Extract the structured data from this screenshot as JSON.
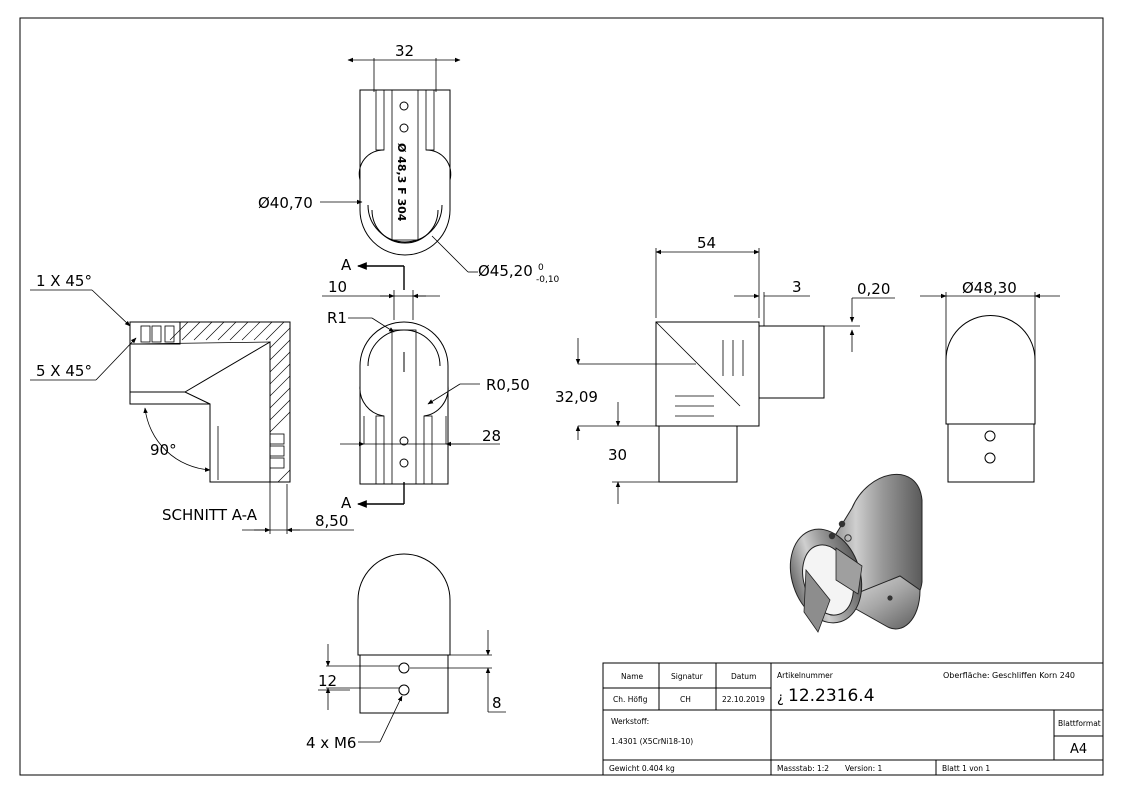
{
  "dimensions": {
    "d32": "32",
    "d_dia4070": "Ø40,70",
    "d_dia4520": "Ø45,20",
    "d_tol_up": "0",
    "d_tol_lo": "-0,10",
    "engrave": "Ø 48,3 F 304",
    "sec_A_top": "A",
    "sec_A_bottom": "A",
    "d10": "10",
    "dR1": "R1",
    "dR050": "R0,50",
    "d28": "28",
    "d1x45": "1 X 45°",
    "d5x45": "5 X 45°",
    "d90": "90°",
    "section_label": "SCHNITT A-A",
    "d850": "8,50",
    "d54": "54",
    "d3": "3",
    "d020": "0,20",
    "d3209": "32,09",
    "d30": "30",
    "d_dia4830": "Ø48,30",
    "d12": "12",
    "d8": "8",
    "d4xM6": "4 x M6"
  },
  "title_block": {
    "h_name": "Name",
    "h_signatur": "Signatur",
    "h_datum": "Datum",
    "v_name": "Ch. Höfig",
    "v_signatur": "CH",
    "v_datum": "22.10.2019",
    "artikel_label": "Artikelnummer",
    "artikel_prefix": "¿",
    "artikel_value": "12.2316.4",
    "oberflaeche_label": "Oberfläche:",
    "oberflaeche_value": "Geschliffen Korn 240",
    "werkstoff_label": "Werkstoff:",
    "werkstoff_value": "1.4301 (X5CrNi18-10)",
    "blattformat_label": "Blattformat",
    "blattformat_value": "A4",
    "gewicht": "Gewicht 0.404 kg",
    "massstab": "Massstab: 1:2",
    "version": "Version: 1",
    "blatt": "Blatt 1 von 1"
  }
}
